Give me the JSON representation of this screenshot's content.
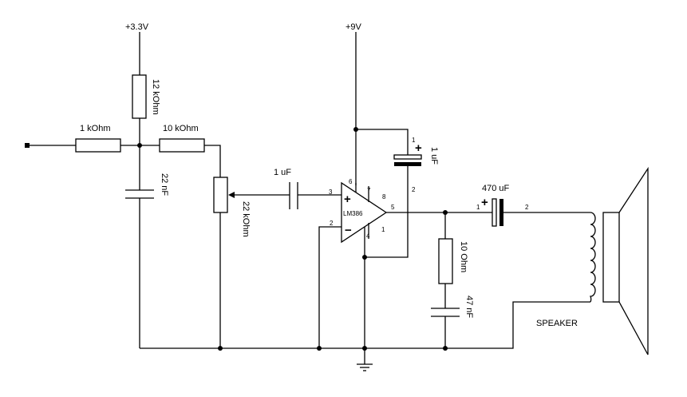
{
  "rails": {
    "v33": "+3.3V",
    "v9": "+9V"
  },
  "components": {
    "r_12k": "12 kOhm",
    "r_1k": "1 kOhm",
    "r_10k": "10 kOhm",
    "c_22n": "22 nF",
    "pot_22k": "22 kOhm",
    "c_1u_in": "1 uF",
    "c_1u_bypass": "1 uF",
    "c_470u": "470 uF",
    "r_10": "10 Ohm",
    "c_47n": "47 nF",
    "speaker": "SPEAKER"
  },
  "amplifier": {
    "name": "LM386",
    "plus": "+",
    "minus": "−",
    "pin_2": "2",
    "pin_3": "3",
    "pin_4": "4",
    "pin_5": "5",
    "pin_6": "6",
    "pin_7": "7",
    "pin_8": "8",
    "pin_1": "1"
  },
  "polarity": {
    "bypass_plus": "+",
    "bypass_pin1": "1",
    "bypass_pin2": "2",
    "out_plus": "+",
    "out_pin1": "1",
    "out_pin2": "2"
  }
}
